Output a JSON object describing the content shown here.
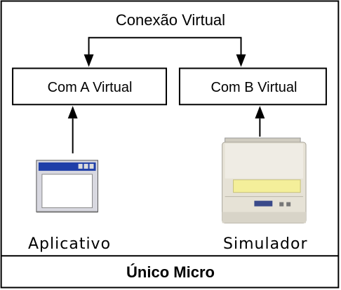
{
  "diagram": {
    "connection_label": "Conexão Virtual",
    "port_a": "Com A Virtual",
    "port_b": "Com B Virtual",
    "app_label": "Aplicativo",
    "simulator_label": "Simulador",
    "footer": "Único Micro"
  },
  "icons": {
    "application": "application-window-icon",
    "simulator": "printer-simulator-icon"
  },
  "colors": {
    "stroke": "#000000",
    "window_titlebar": "#1f3fa8",
    "window_body": "#d8d8e0",
    "printer_body": "#e6e2d6",
    "printer_paper": "#f4ef9a"
  }
}
